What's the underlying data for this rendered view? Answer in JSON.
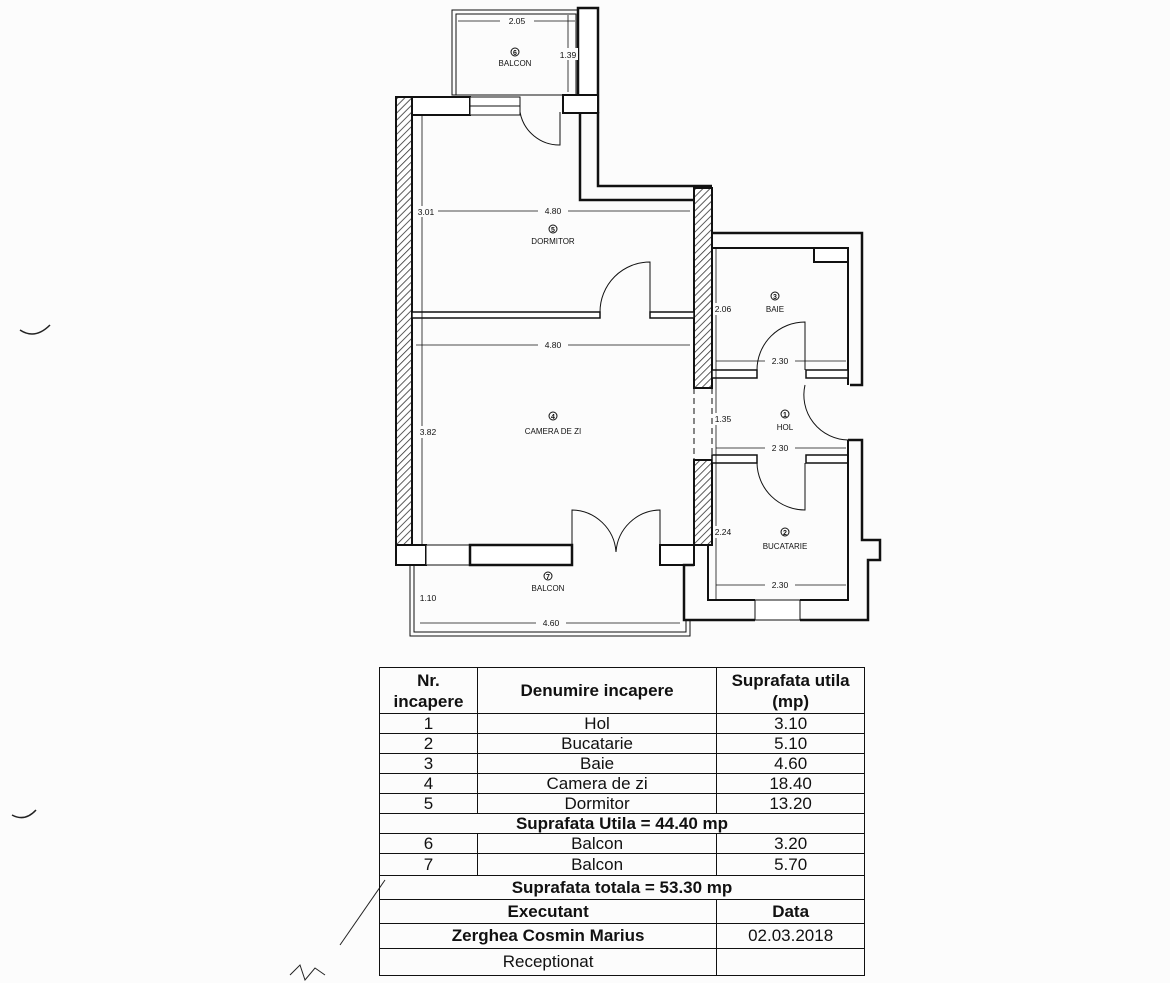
{
  "plan": {
    "rooms": [
      {
        "num": "6",
        "name": "BALCON"
      },
      {
        "num": "5",
        "name": "DORMITOR"
      },
      {
        "num": "4",
        "name": "CAMERA DE ZI"
      },
      {
        "num": "3",
        "name": "BAIE"
      },
      {
        "num": "1",
        "name": "HOL"
      },
      {
        "num": "2",
        "name": "BUCATARIE"
      },
      {
        "num": "7",
        "name": "BALCON"
      }
    ],
    "dims": {
      "balcon6_w": "2.05",
      "balcon6_h": "1.39",
      "dormitor_h": "3.01",
      "dormitor_w": "4.80",
      "camera_w": "4.80",
      "camera_h": "3.82",
      "baie_h": "2.06",
      "baie_w": "2.30",
      "hol_h": "1.35",
      "hol_w": "2 30",
      "bucatarie_h": "2.24",
      "bucatarie_w": "2.30",
      "balcon7_h": "1.10",
      "balcon7_w": "4.60"
    }
  },
  "table": {
    "headers": {
      "nr": "Nr. incapere",
      "name": "Denumire incapere",
      "area": "Suprafata utila (mp)"
    },
    "rows": [
      {
        "nr": "1",
        "name": "Hol",
        "area": "3.10"
      },
      {
        "nr": "2",
        "name": "Bucatarie",
        "area": "5.10"
      },
      {
        "nr": "3",
        "name": "Baie",
        "area": "4.60"
      },
      {
        "nr": "4",
        "name": "Camera de zi",
        "area": "18.40"
      },
      {
        "nr": "5",
        "name": "Dormitor",
        "area": "13.20"
      }
    ],
    "subtotal": "Suprafata Utila = 44.40 mp",
    "balcony_rows": [
      {
        "nr": "6",
        "name": "Balcon",
        "area": "3.20"
      },
      {
        "nr": "7",
        "name": "Balcon",
        "area": "5.70"
      }
    ],
    "total": "Suprafata totala = 53.30 mp",
    "executant_label": "Executant",
    "data_label": "Data",
    "executant": "Zerghea Cosmin Marius",
    "date": "02.03.2018",
    "receptionat": "Receptionat"
  }
}
